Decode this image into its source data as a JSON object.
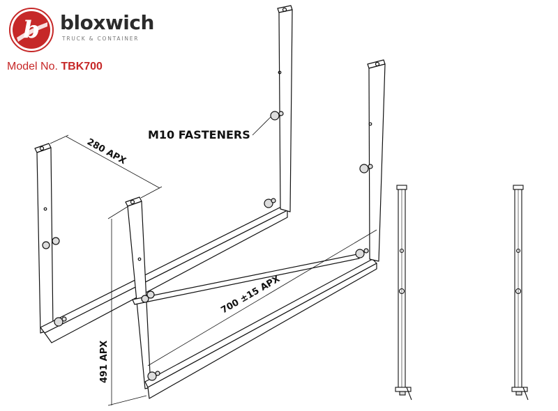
{
  "brand": {
    "name": "bloxwich",
    "tagline": "TRUCK & CONTAINER",
    "logo_letter": "b",
    "logo_color": "#c62828"
  },
  "model": {
    "label": "Model No.",
    "number": "TBK700"
  },
  "dimensions": {
    "depth": "280 APX",
    "width": "700 ±15 APX",
    "height": "491 APX"
  },
  "callout": {
    "fasteners": "M10 FASTENERS"
  },
  "colors": {
    "line": "#111111",
    "accent": "#c62828"
  }
}
